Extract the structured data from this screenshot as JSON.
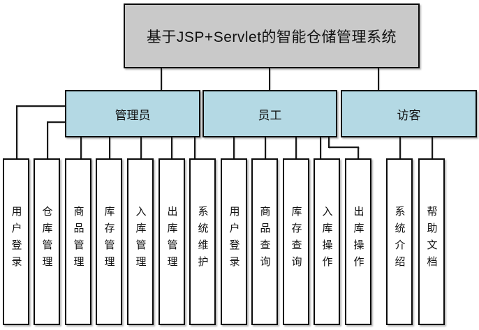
{
  "diagram": {
    "title": "基于JSP+Servlet的智能仓储管理系统",
    "groups": [
      {
        "label": "管理员"
      },
      {
        "label": "员工"
      },
      {
        "label": "访客"
      }
    ],
    "leaves": [
      {
        "label": "用户登录",
        "group": "管理员"
      },
      {
        "label": "仓库管理",
        "group": "管理员"
      },
      {
        "label": "商品管理",
        "group": "管理员"
      },
      {
        "label": "库存管理",
        "group": "管理员"
      },
      {
        "label": "入库管理",
        "group": "管理员"
      },
      {
        "label": "出库管理",
        "group": "管理员"
      },
      {
        "label": "系统维护",
        "group": "管理员"
      },
      {
        "label": "用户登录",
        "group": "员工"
      },
      {
        "label": "商品查询",
        "group": "员工"
      },
      {
        "label": "库存查询",
        "group": "员工"
      },
      {
        "label": "入库操作",
        "group": "员工"
      },
      {
        "label": "出库操作",
        "group": "员工"
      },
      {
        "label": "系统介绍",
        "group": "访客"
      },
      {
        "label": "帮助文档",
        "group": "访客"
      }
    ],
    "colors": {
      "root_fill": "#c9c9c9",
      "group_fill": "#b4d9e4",
      "leaf_fill": "#ffffff",
      "border": "#0a0a0a",
      "line": "#161616",
      "background": "#ffffff"
    }
  }
}
